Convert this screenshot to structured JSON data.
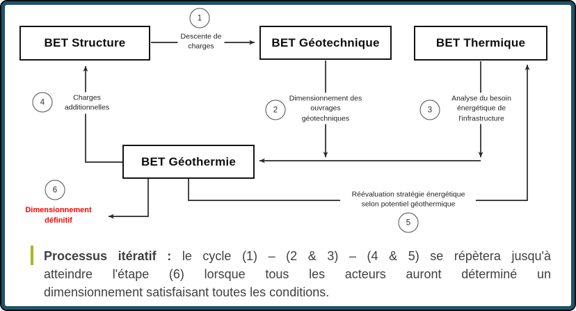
{
  "frame": {
    "edge_color": "#0c0c0c",
    "border_color": "#1d5368",
    "background": "#ffffff"
  },
  "diagram": {
    "line_color": "#262626",
    "boxes": [
      {
        "label": "BET Structure"
      },
      {
        "label": "BET Géotechnique"
      },
      {
        "label": "BET Thermique"
      },
      {
        "label": "BET Géothermie"
      }
    ],
    "steps": [
      {
        "number": "1",
        "label": "Descente de\ncharges",
        "from": "BET Structure",
        "to": "BET Géotechnique"
      },
      {
        "number": "2",
        "label": "Dimensionnement des\nouvrages\ngéotechniques",
        "from": "BET Géotechnique",
        "to": "BET Géothermie"
      },
      {
        "number": "3",
        "label": "Analyse du besoin\nénergétique de\nl'infrastructure",
        "from": "BET Thermique",
        "to": "BET Géothermie"
      },
      {
        "number": "4",
        "label": "Charges\nadditionnelles",
        "from": "BET Géothermie",
        "to": "BET Structure"
      },
      {
        "number": "5",
        "label": "Réévaluation stratégie énergétique\nselon potentiel géothermique",
        "from": "BET Géothermie",
        "to": "BET Thermique"
      },
      {
        "number": "6",
        "label": "Dimensionnement\ndéfinitif",
        "from": "BET Géothermie",
        "color": "#fe0000"
      }
    ]
  },
  "note": {
    "bar_color": "#a9b821",
    "text_color": "#3f3f3f",
    "lead": "Processus itératif :",
    "line1_rest": "le cycle (1) – (2 & 3) – (4 & 5) se répètera jusqu'à",
    "line2": "atteindre l'étape (6) lorsque tous les acteurs auront déterminé un",
    "line3": "dimensionnement satisfaisant toutes les conditions."
  }
}
